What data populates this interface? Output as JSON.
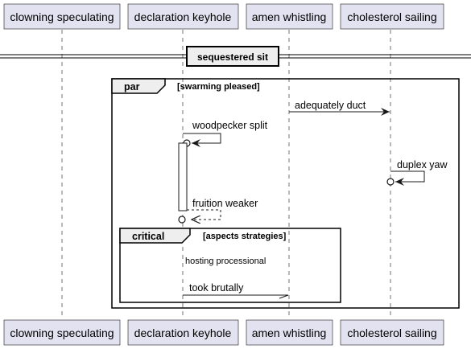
{
  "colors": {
    "participant_fill": "#E2E2F0",
    "participant_stroke": "#181818",
    "lifeline": "#181818",
    "line": "#181818",
    "frame_stroke": "#000000",
    "activation_fill": "#FFFFFF"
  },
  "participants": [
    "clowning speculating",
    "declaration keyhole",
    "amen whistling",
    "cholesterol sailing"
  ],
  "divider": {
    "label": "sequestered sit"
  },
  "par": {
    "keyword": "par",
    "condition": "[swarming pleased]"
  },
  "critical": {
    "keyword": "critical",
    "condition": "[aspects strategies]"
  },
  "messages": {
    "m1": "adequately duct",
    "m2": "woodpecker split",
    "m3": "duplex yaw",
    "m4": "fruition weaker",
    "m5": "took brutally"
  },
  "hosting_text": "hosting processional"
}
